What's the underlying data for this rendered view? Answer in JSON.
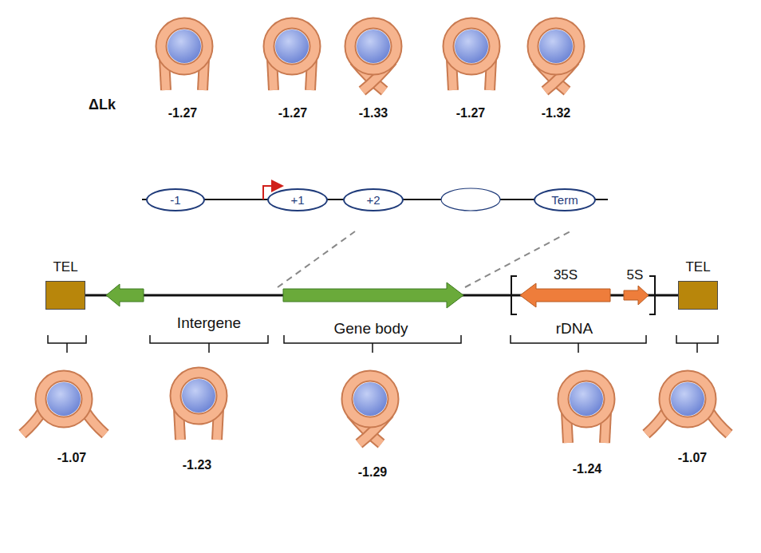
{
  "diagram": {
    "nodes": [
      {
        "text": [
          "-1"
        ]
      },
      {
        "text": [
          "+1"
        ]
      },
      {
        "text": [
          "+2"
        ]
      },
      {
        "text": [
          "Term"
        ]
      },
      {
        "text": [
          "TEL"
        ]
      },
      {
        "text": [
          "TEL"
        ]
      }
    ],
    "labels": [
      "ΔLk",
      "-1.27",
      "-1.27",
      "-1.33",
      "-1.27",
      "-1.32",
      "35S",
      "5S",
      "Intergene",
      "Gene body",
      "rDNA",
      "-1.07",
      "-1.23",
      "-1.29",
      "-1.24",
      "-1.07"
    ]
  }
}
